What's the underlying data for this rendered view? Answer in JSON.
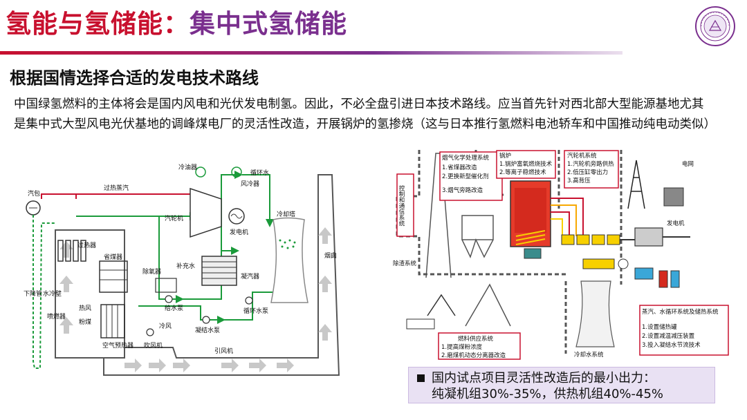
{
  "title": {
    "part1": "氢能与氢储能：",
    "part2": "集中式氢储能"
  },
  "subtitle": "根据国情选择合适的发电技术路线",
  "paragraph": {
    "line1": "中国绿氢燃料的主体将会是国内风电和光伏发电制氢。因此，不必全盘引进日本技术路线。应当首先针对西北部大型能源基地尤其",
    "line2": "是集中式大型风电光伏基地的调峰煤电厂的灵活性改造，开展锅炉的氢掺烧（这与日本推行氢燃料电池轿车和中国推动纯电动类似）"
  },
  "left_diagram": {
    "labels": {
      "steam_drum": "汽包",
      "superheated_steam": "过热蒸汽",
      "cold_oil": "冷油器",
      "circulating_water": "循环水",
      "fan_cold": "风冷器",
      "turbine": "汽轮机",
      "generator": "发电机",
      "cooling_tower": "冷却塔",
      "superheater": "过热器",
      "economizer": "省煤器",
      "deaerator": "除氧器",
      "makeup_water": "补充水",
      "condenser": "凝汽器",
      "chimney": "烟囱",
      "water_wall": "水冷壁",
      "downcomer": "下降管",
      "hot_air": "热风",
      "pulverized_coal": "粉煤",
      "burner": "喷燃器",
      "feed_pump": "给水泵",
      "circ_pump": "循环水泵",
      "cond_pump": "凝结水泵",
      "cold_air": "冷风",
      "blower": "吹风机",
      "air_preheater": "空气预热器",
      "induced_fan": "引风机"
    }
  },
  "right_diagram": {
    "labels": {
      "control_system": "控制和通信系统",
      "dust_system": "除渣系统",
      "flue_title": "烟气化学处理系统",
      "flue_1": "1.省煤器改造",
      "flue_2": "2.更换新型催化剂",
      "flue_3": "3.烟气旁路改造",
      "boiler_title": "锅炉",
      "boiler_1": "1.锅炉富氧燃烧技术",
      "boiler_2": "2.等离子稳燃技术",
      "turbine_title": "汽轮机系统",
      "turbine_1": "1.汽轮机旁路供热",
      "turbine_2": "2.低压缸零出力",
      "turbine_3": "3.高背压",
      "grid": "电网",
      "generator": "发电机",
      "storage_title": "蒸汽、水循环系统及储热系统",
      "storage_1": "1.设置储热罐",
      "storage_2": "2.设置减温减压装置",
      "storage_3": "3.投入凝结水节流技术",
      "fuel_title": "燃料供应系统",
      "fuel_1": "1.提高煤粉浓度",
      "fuel_2": "2.磨煤机动态分离器改造",
      "cooling_system": "冷却水系统"
    }
  },
  "note": {
    "line1": "国内试点项目灵活性改造后的最小出力：",
    "line2": "纯凝机组30%-35%，供热机组40%-45%"
  },
  "colors": {
    "title_red": "#c8102e",
    "title_purple": "#7a2f8e",
    "pipe_green": "#1a9a3a",
    "pipe_red": "#c8102e",
    "note_bg": "#e9e1f3"
  }
}
